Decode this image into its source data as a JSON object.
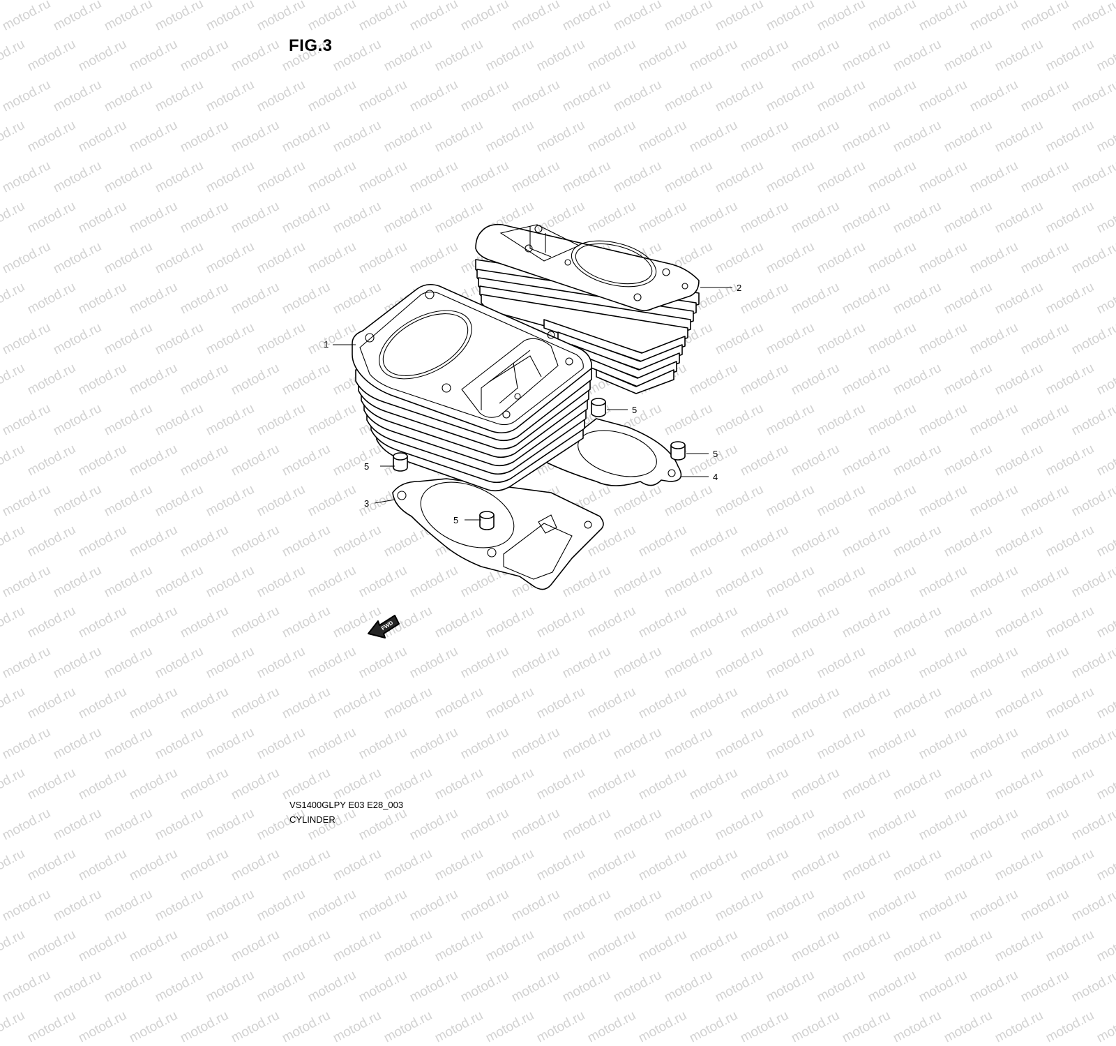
{
  "figure_title": "FIG.3",
  "watermark_text": "motod.ru",
  "model_code": "VS1400GLPY E03 E28_003",
  "section_name": "CYLINDER",
  "forward_arrow_label": "FWD",
  "callouts": [
    "1",
    "2",
    "3",
    "4",
    "5",
    "5",
    "5",
    "5"
  ],
  "colors": {
    "line": "#000000",
    "watermark": "#d2d2d2",
    "background": "#ffffff"
  }
}
